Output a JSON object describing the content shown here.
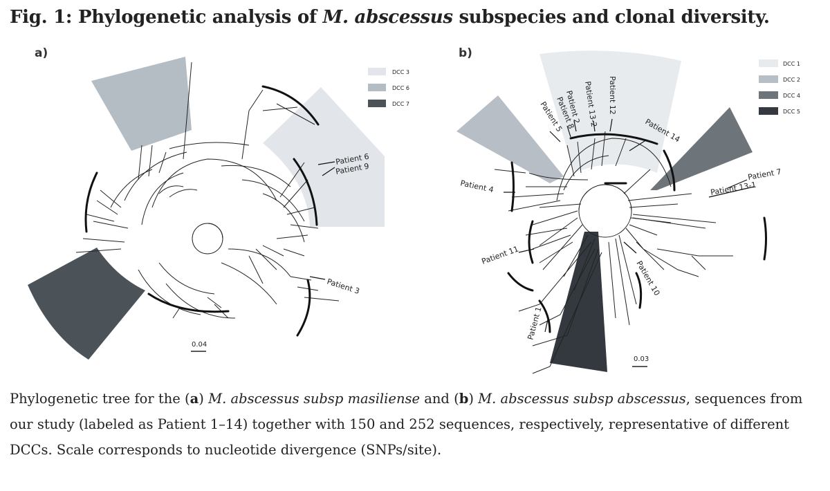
{
  "title": {
    "prefix": "Fig. 1: Phylogenetic analysis of ",
    "italic": "M. abscessus",
    "suffix": " subspecies and clonal diversity."
  },
  "panel_a": {
    "label": "a)",
    "legend": [
      {
        "name": "DCC 3",
        "color": "#e2e6ea"
      },
      {
        "name": "DCC 6",
        "color": "#b4bcc4"
      },
      {
        "name": "DCC 7",
        "color": "#4b5359"
      }
    ],
    "patients": [
      "Patient 6",
      "Patient 9",
      "Patient 3"
    ],
    "scale": "0.04"
  },
  "panel_b": {
    "label": "b)",
    "legend": [
      {
        "name": "DCC 1",
        "color": "#e8ebee"
      },
      {
        "name": "DCC 2",
        "color": "#b7bec6"
      },
      {
        "name": "DCC 4",
        "color": "#6d757b"
      },
      {
        "name": "DCC 5",
        "color": "#33393e"
      }
    ],
    "patients": [
      "Patient 14",
      "Patient 12",
      "Patient 13-2",
      "Patient 2",
      "Patient 8",
      "Patient 5",
      "Patient 4",
      "Patient 7",
      "Patient 13-1",
      "Patient 11",
      "Patient 10",
      "Patient 1"
    ],
    "scale": "0.03"
  },
  "caption": {
    "t1": "Phylogenetic tree for the (",
    "a": "a",
    "t2": ") ",
    "i1": "M. abscessus subsp masiliense",
    "t3": " and (",
    "b": "b",
    "t4": ") ",
    "i2": "M. abscessus subsp abscessus",
    "t5": ", sequences from our study (labeled as Patient 1–14) together with 150 and 252 sequences, respectively, representative of different DCCs. Scale corresponds to nucleotide divergence (SNPs/site)."
  }
}
